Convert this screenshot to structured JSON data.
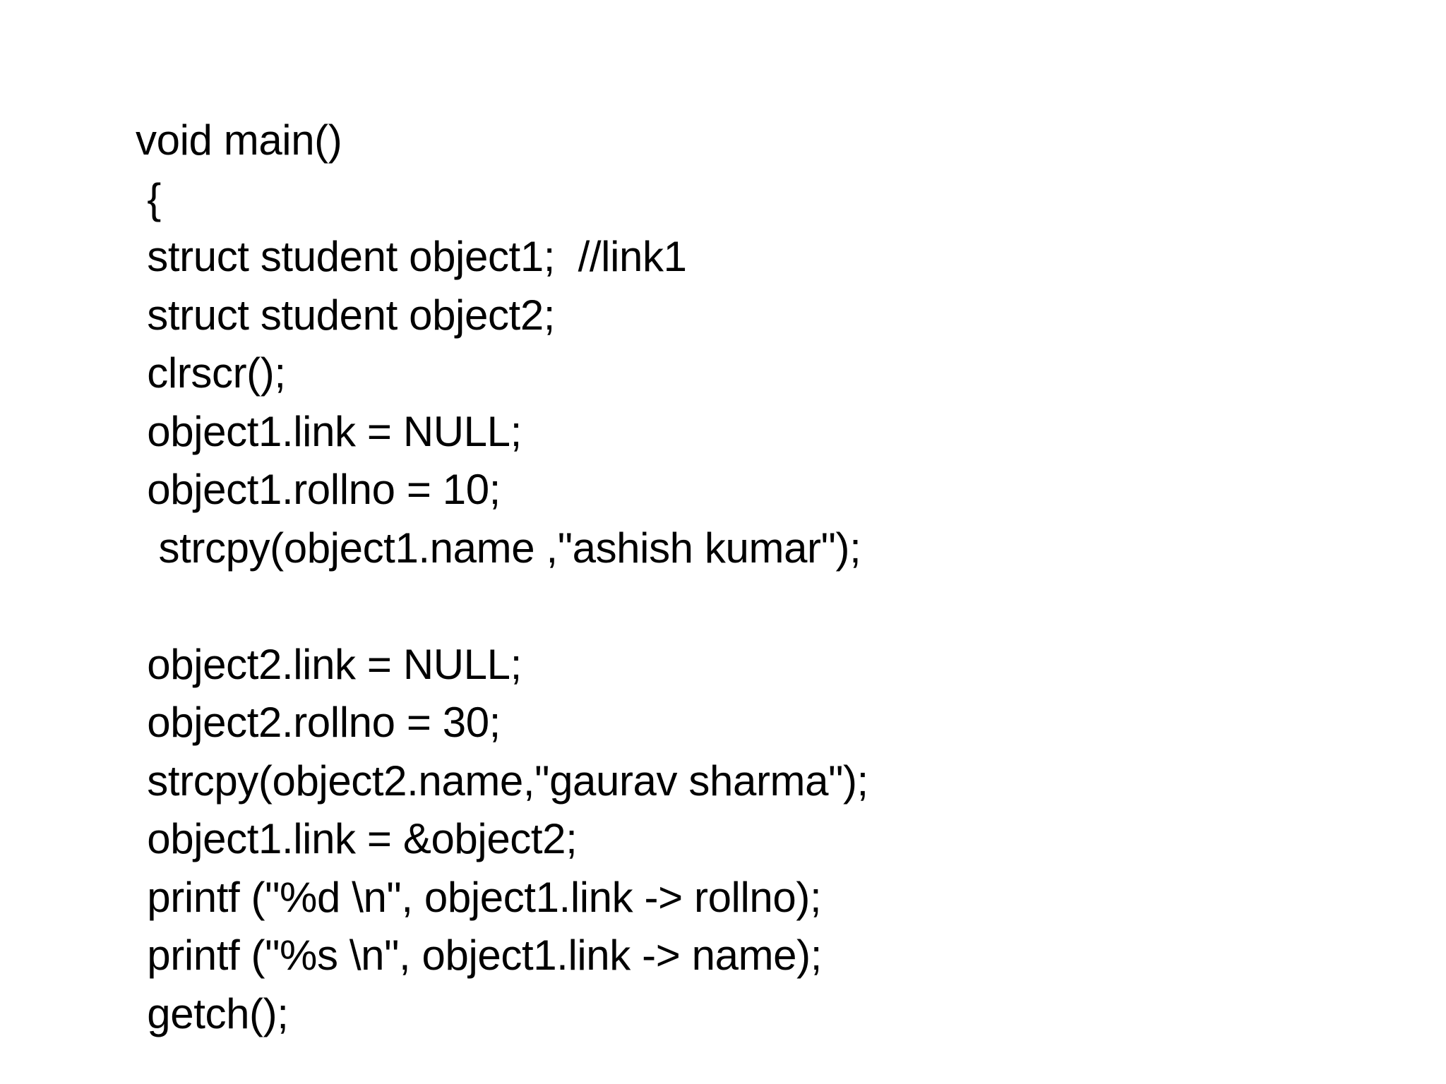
{
  "slide": {
    "code_lines": [
      "void main()",
      " {",
      " struct student object1;  //link1",
      " struct student object2;",
      " clrscr();",
      " object1.link = NULL;",
      " object1.rollno = 10;",
      "  strcpy(object1.name ,\"ashish kumar\");",
      "",
      " object2.link = NULL;",
      " object2.rollno = 30;",
      " strcpy(object2.name,\"gaurav sharma\");",
      " object1.link = &object2;",
      " printf (\"%d \\n\", object1.link -> rollno);",
      " printf (\"%s \\n\", object1.link -> name);",
      " getch();"
    ]
  }
}
